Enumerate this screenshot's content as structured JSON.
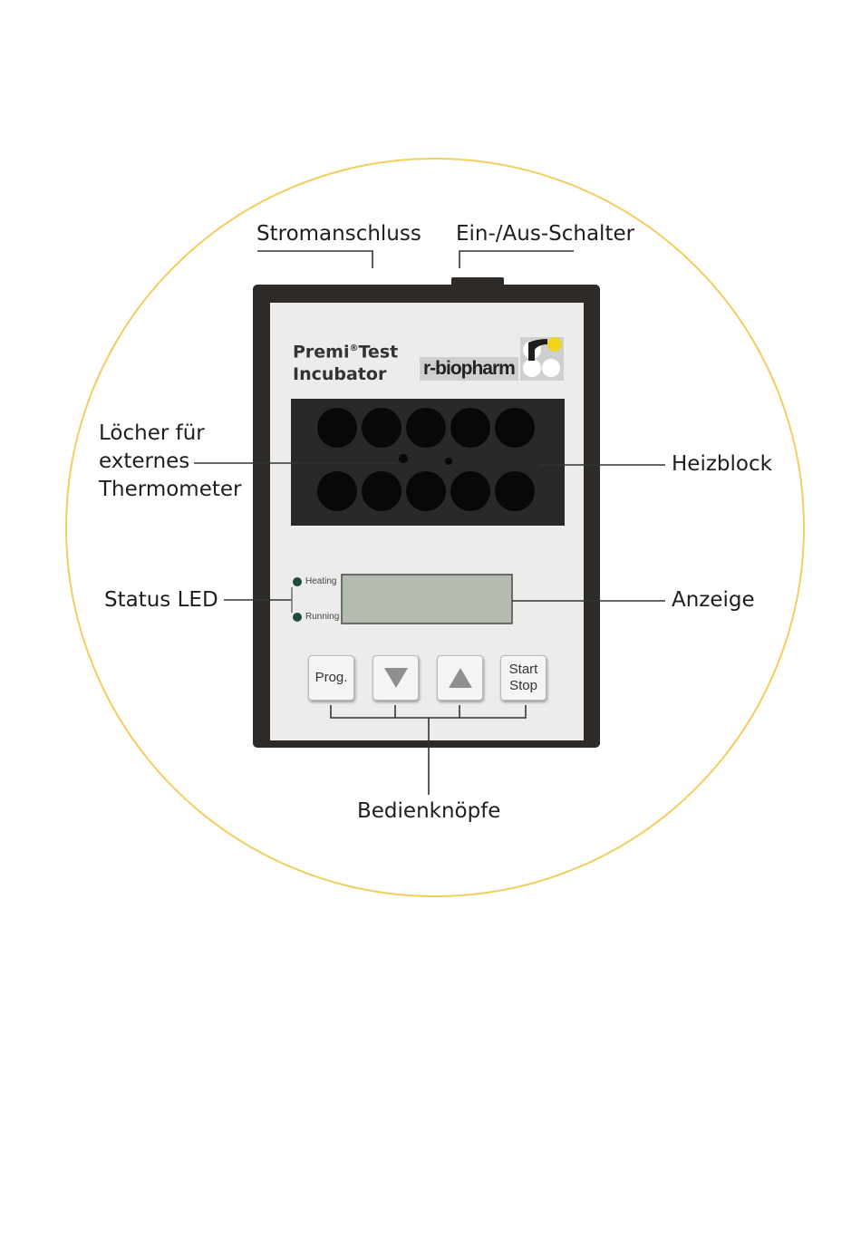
{
  "device": {
    "title_line1": "Premi",
    "title_reg": "®",
    "title_line1b": "Test",
    "title_line2": "Incubator",
    "brand": "r-biopharm",
    "led_heating": "Heating",
    "led_running": "Running"
  },
  "buttons": {
    "prog": "Prog.",
    "start_stop": "Start\nStop"
  },
  "callouts": {
    "stromanschluss": "Stromanschluss",
    "schalter": "Ein-/Aus-Schalter",
    "loecher": "Löcher für\nexternes\nThermometer",
    "heizblock": "Heizblock",
    "status_led": "Status LED",
    "anzeige": "Anzeige",
    "bedienknoepfe": "Bedienknöpfe"
  },
  "colors": {
    "circle": "#f3cd5c",
    "frame": "#2d2a28",
    "panel": "#ececea",
    "display": "#b4bbb0",
    "led": "#1f4a42",
    "logo_yellow": "#f2d31c"
  }
}
